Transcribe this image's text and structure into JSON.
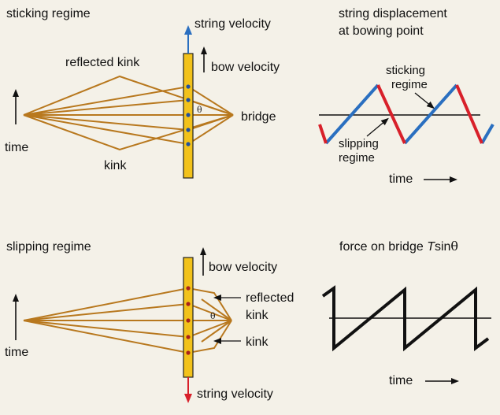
{
  "panels": {
    "sticking": {
      "title": "sticking regime",
      "string_velocity": "string velocity",
      "bow_velocity": "bow  velocity",
      "reflected_kink": "reflected kink",
      "kink": "kink",
      "bridge": "bridge",
      "time": "time",
      "theta": "θ"
    },
    "displacement": {
      "title_line1": "string displacement",
      "title_line2": "at bowing point",
      "sticking_line1": "sticking",
      "sticking_line2": "regime",
      "slipping_line1": "slipping",
      "slipping_line2": "regime",
      "time": "time"
    },
    "slipping": {
      "title": "slipping regime",
      "bow_velocity": "bow  velocity",
      "reflected_line1": "reflected",
      "reflected_line2": "kink",
      "kink": "kink",
      "string_velocity": "string velocity",
      "time": "time",
      "theta": "θ"
    },
    "force": {
      "title_prefix": "force  on  bridge ",
      "title_T": "T",
      "title_sin": "sin",
      "title_theta": "θ",
      "time": "time"
    }
  },
  "colors": {
    "background": "#f4f1e8",
    "string": "#b8781e",
    "bow": "#f2c21b",
    "sticking": "#2a6fc0",
    "slipping": "#d8202a",
    "up_arrow": "#2a6fc0",
    "down_arrow": "#d8202a"
  }
}
